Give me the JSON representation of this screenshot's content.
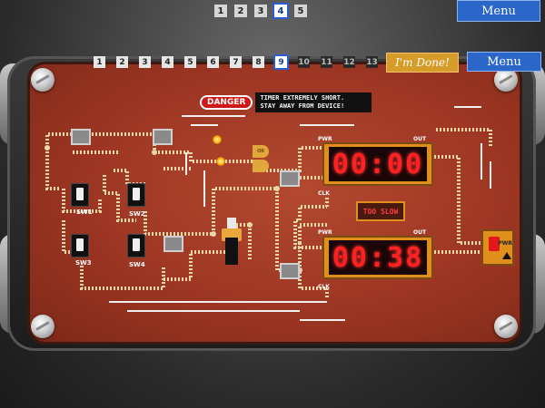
{
  "top_levels": {
    "items": [
      {
        "label": "1",
        "state": "done"
      },
      {
        "label": "2",
        "state": "done"
      },
      {
        "label": "3",
        "state": "done"
      },
      {
        "label": "4",
        "state": "active"
      },
      {
        "label": "5",
        "state": "done"
      }
    ],
    "menu_label": "Menu"
  },
  "board_progress": {
    "items": [
      {
        "label": "1",
        "state": "done"
      },
      {
        "label": "2",
        "state": "done"
      },
      {
        "label": "3",
        "state": "done"
      },
      {
        "label": "4",
        "state": "done"
      },
      {
        "label": "5",
        "state": "done"
      },
      {
        "label": "6",
        "state": "done"
      },
      {
        "label": "7",
        "state": "done"
      },
      {
        "label": "8",
        "state": "done"
      },
      {
        "label": "9",
        "state": "active"
      },
      {
        "label": "10",
        "state": "locked"
      },
      {
        "label": "11",
        "state": "locked"
      },
      {
        "label": "12",
        "state": "locked"
      },
      {
        "label": "13",
        "state": "locked"
      }
    ],
    "done_label": "I'm Done!",
    "menu_label": "Menu"
  },
  "warning": {
    "badge": "DANGER",
    "message": "TIMER EXTREMELY SHORT.\nSTAY AWAY FROM DEVICE!"
  },
  "timers": {
    "top": {
      "display": "00:00",
      "pwr": "PWR",
      "out": "OUT",
      "clk": "CLK"
    },
    "bottom": {
      "display": "00:38",
      "pwr": "PWR",
      "out": "OUT",
      "clk": "CLK"
    },
    "status": "TOO SLOW"
  },
  "switches": [
    {
      "label": "SW1"
    },
    {
      "label": "SW2"
    },
    {
      "label": "SW3"
    },
    {
      "label": "SW4"
    }
  ],
  "power": {
    "label": "PWR"
  },
  "colors": {
    "board": "#9a3422",
    "accent_orange": "#e08f1d",
    "digit_red": "#ff2020",
    "menu_blue": "#2a67c9"
  }
}
